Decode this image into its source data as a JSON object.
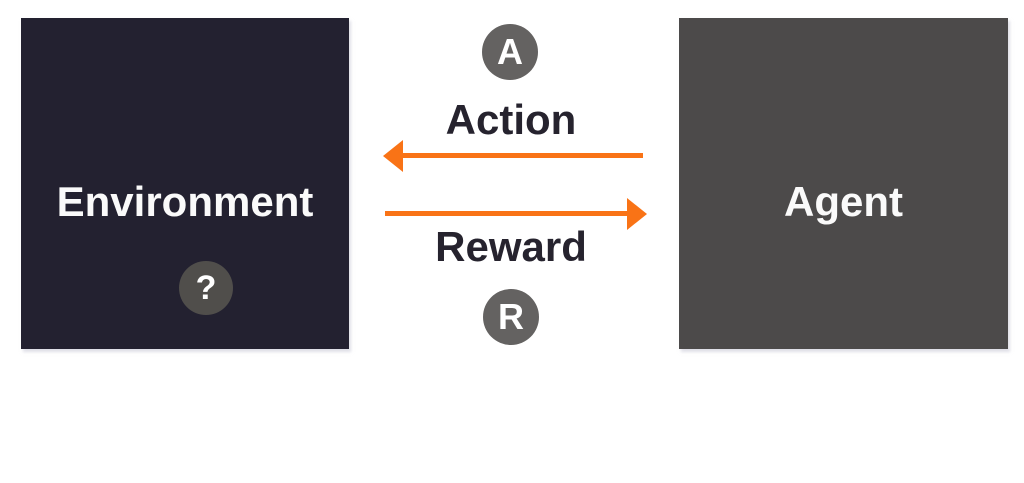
{
  "boxes": {
    "environment": {
      "label": "Environment",
      "badge": "?"
    },
    "agent": {
      "label": "Agent"
    }
  },
  "flows": {
    "action": {
      "label": "Action",
      "badge": "A",
      "direction": "left"
    },
    "reward": {
      "label": "Reward",
      "badge": "R",
      "direction": "right"
    }
  },
  "colors": {
    "background": "#ffffff",
    "environment_fill": "#232130",
    "agent_fill": "#4c4a4a",
    "arrow_orange": "#f97316",
    "badge_gray": "#646261",
    "question_badge_gray": "#504e4b",
    "label_text": "#26232e",
    "box_text": "#fafafa"
  }
}
